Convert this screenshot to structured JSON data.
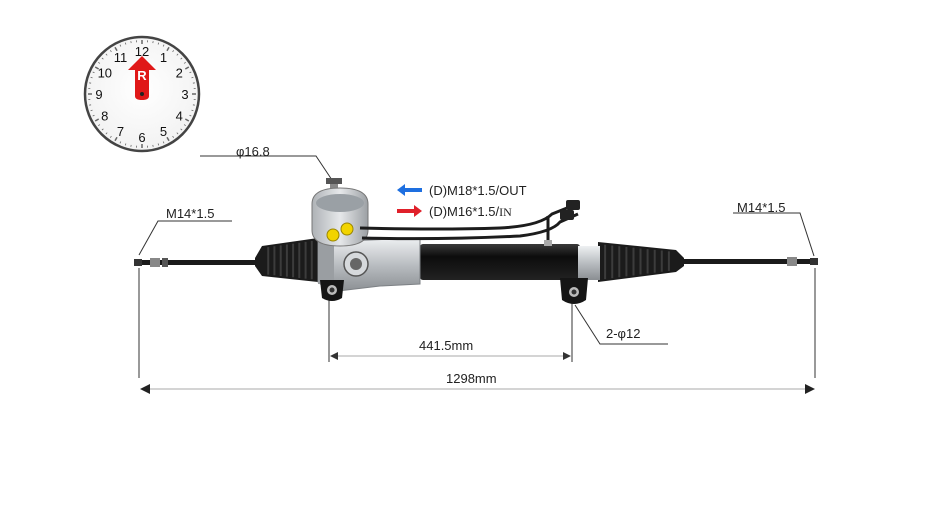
{
  "clock": {
    "numbers": [
      "12",
      "1",
      "2",
      "3",
      "4",
      "5",
      "6",
      "7",
      "8",
      "9",
      "10",
      "11"
    ],
    "badge": "R",
    "badge_color": "#e01818"
  },
  "labels": {
    "inlet_diameter": "φ16.8",
    "left_thread": "M14*1.5",
    "right_thread": "M14*1.5",
    "port_out": "(D)M18*1.5/OUT",
    "port_in_prefix": "(D)M16*1.5/",
    "port_in_suffix": "IN",
    "mount_holes": "2-φ12",
    "mount_span": "441.5mm",
    "total_length": "1298mm"
  },
  "colors": {
    "out_arrow": "#1e6fe0",
    "in_arrow": "#e0202a",
    "rack_body": "#111111",
    "housing": "#c8cbce"
  }
}
